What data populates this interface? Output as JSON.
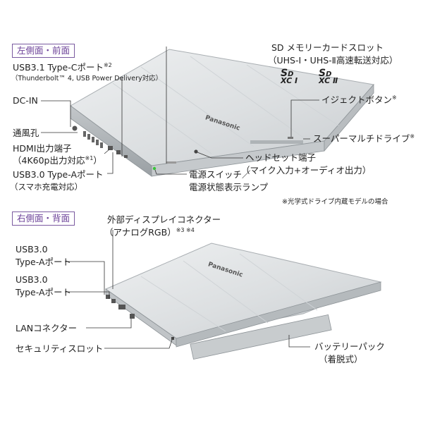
{
  "sections": {
    "left_front": "左側面・前面",
    "right_back": "右側面・背面"
  },
  "labels": {
    "usb31": "USB3.1 Type-Cポート",
    "usb31_note": "※2",
    "usb31_sub": "（Thunderbolt™ 4, USB Power Delivery対応）",
    "dcin": "DC-IN",
    "vent": "通風孔",
    "hdmi": "HDMI出力端子",
    "hdmi_sub": "（4K60p出力対応",
    "hdmi_note": "※1",
    "hdmi_close": "）",
    "usb30a": "USB3.0 Type-Aポート",
    "usb30a_sub": "（スマホ充電対応）",
    "sd_slot": "SD メモリーカードスロット",
    "sd_slot_sub": "（UHS-Ⅰ・UHS-Ⅱ高速転送対応）",
    "eject": "イジェクトボタン",
    "eject_note": "※",
    "super_multi": "スーパーマルチドライブ",
    "super_multi_note": "※",
    "headset": "ヘッドセット端子",
    "headset_sub": "（マイク入力+オーディオ出力）",
    "power": "電源スイッチ／",
    "power_sub": "電源状態表示ランプ",
    "optical_note": "※光学式ドライブ内蔵モデルの場合",
    "ext_display": "外部ディスプレイコネクター",
    "ext_display_sub": "（アナログRGB）",
    "ext_display_note": "※3 ※4",
    "usb30_1": "USB3.0",
    "usb30_1_sub": "Type-Aポート",
    "usb30_2": "USB3.0",
    "usb30_2_sub": "Type-Aポート",
    "lan": "LANコネクター",
    "security": "セキュリティスロット",
    "battery": "バッテリーパック",
    "battery_sub": "（着脱式）"
  },
  "logos": {
    "brand": "Panasonic",
    "sd_xc_1": "XC Ⅰ",
    "sd_xc_2": "XC Ⅱ"
  },
  "colors": {
    "section_border": "#7a5aa0",
    "section_text": "#6a3f97",
    "laptop_body": "#dfe2e4",
    "laptop_edge": "#b5babd",
    "power_led": "#39c43a"
  }
}
